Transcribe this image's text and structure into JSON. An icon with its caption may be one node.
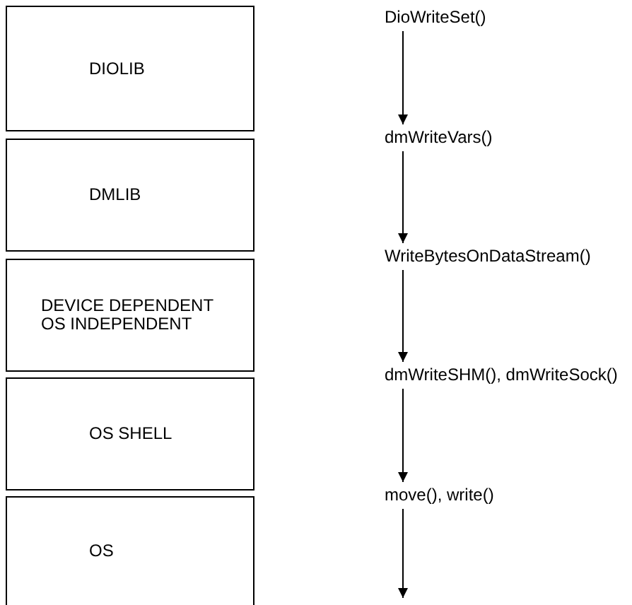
{
  "diagram": {
    "nodes": [
      {
        "text": [
          "DIOLIB"
        ]
      },
      {
        "text": [
          "DMLIB"
        ]
      },
      {
        "text": [
          "DEVICE DEPENDENT OS INDEPENDENT"
        ]
      },
      {
        "text": [
          "OS SHELL"
        ]
      },
      {
        "text": [
          "OS"
        ]
      },
      {
        "text": [
          "DioWriteSet()"
        ]
      },
      {
        "text": [
          "dmWriteVars()"
        ]
      },
      {
        "text": [
          "WriteBytesOnDataStream()"
        ]
      },
      {
        "text": [
          "dmWriteSHM(), dmWriteSock()"
        ]
      },
      {
        "text": [
          "move(), write()"
        ]
      }
    ],
    "edges": [
      {
        "from": 5,
        "to": 6,
        "arrow": "to"
      },
      {
        "from": 6,
        "to": 7,
        "arrow": "to"
      },
      {
        "from": 7,
        "to": 8,
        "arrow": "to"
      },
      {
        "from": 8,
        "to": 9,
        "arrow": "to"
      },
      {
        "from": 9,
        "to": null,
        "arrow": "to"
      }
    ]
  }
}
